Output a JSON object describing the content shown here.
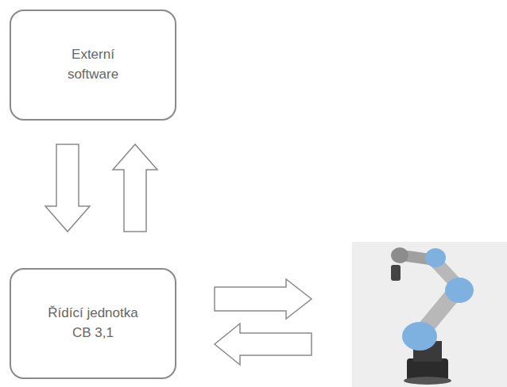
{
  "diagram": {
    "nodes": [
      {
        "text": [
          "Externí software"
        ]
      },
      {
        "text": [
          "Řídící jednotka CB 3,1"
        ]
      }
    ],
    "edges": [
      {
        "from": 0,
        "to": 1,
        "arrow": "to"
      },
      {
        "from": 1,
        "to": 0,
        "arrow": "to"
      }
    ]
  }
}
